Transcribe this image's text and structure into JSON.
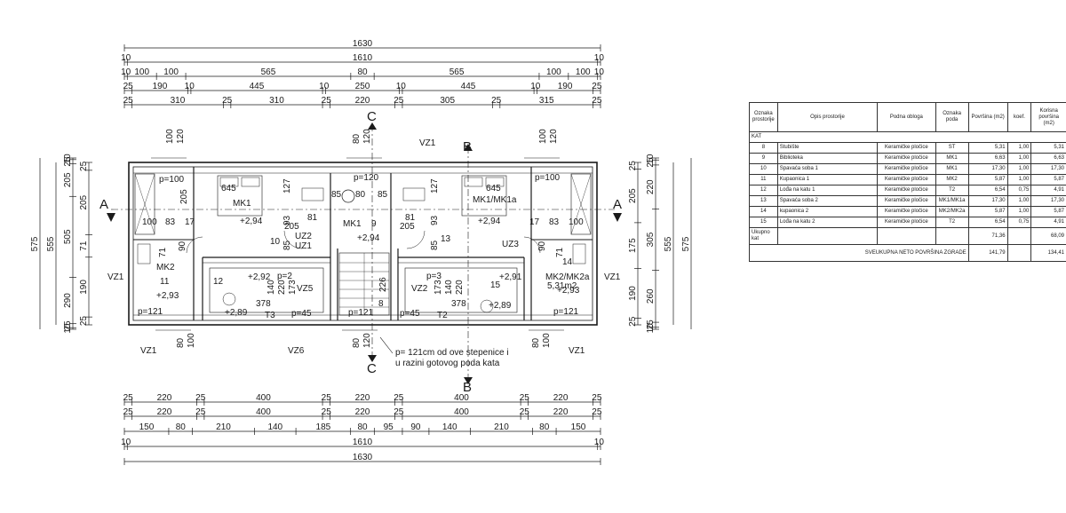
{
  "dims_top": {
    "r1": [
      "1630"
    ],
    "r2": [
      "10",
      "1610",
      "10"
    ],
    "r3": [
      "10",
      "100",
      "100",
      "565",
      "80",
      "565",
      "100",
      "100",
      "10"
    ],
    "r4": [
      "25",
      "190",
      "10",
      "445",
      "10",
      "250",
      "10",
      "445",
      "10",
      "190",
      "25"
    ],
    "r5": [
      "25",
      "310",
      "25",
      "310",
      "25",
      "220",
      "25",
      "305",
      "25",
      "315",
      "25"
    ]
  },
  "dims_bottom": {
    "r1": [
      "25",
      "220",
      "25",
      "400",
      "25",
      "220",
      "25",
      "400",
      "25",
      "220",
      "25"
    ],
    "r2": [
      "25",
      "220",
      "25",
      "400",
      "25",
      "220",
      "25",
      "400",
      "25",
      "220",
      "25"
    ],
    "r3": [
      "150",
      "80",
      "210",
      "140",
      "185",
      "80",
      "95",
      "90",
      "140",
      "210",
      "80",
      "150"
    ],
    "r4": [
      "10",
      "1610",
      "10"
    ],
    "r5": [
      "1630"
    ]
  },
  "dims_left": {
    "total": "575",
    "mid": "555",
    "inner_a": [
      "10",
      "25",
      "205",
      "505",
      "290",
      "25",
      "10"
    ],
    "inner_b": [
      "25",
      "205",
      "71",
      "190",
      "25"
    ]
  },
  "dims_right": {
    "total": "575",
    "mid": "555",
    "inner_a": [
      "10",
      "25",
      "220",
      "305",
      "260",
      "25",
      "10"
    ],
    "inner_b": [
      "25",
      "205",
      "175",
      "190",
      "25"
    ]
  },
  "section_marks": {
    "A": "A",
    "B": "B",
    "C": "C"
  },
  "plan_labels": {
    "vz1": "VZ1",
    "vz5": "VZ5",
    "vz6": "VZ6",
    "vz2": "VZ2",
    "uz1": "UZ1",
    "uz2": "UZ2",
    "uz3": "UZ3",
    "mk1": "MK1",
    "mk1a": "MK1/MK1a",
    "mk2": "MK2",
    "mk2a": "MK2/MK2a",
    "t2": "T2",
    "t3": "T3",
    "lvl_294": "+2,94",
    "lvl_292": "+2,92",
    "lvl_291": "+2,91",
    "lvl_293": "+2,93",
    "lvl_289": "+2,89",
    "lvl_289b": "+2,89",
    "p100": "p=100",
    "p120": "p=120",
    "p121": "p=121",
    "p2": "p=2",
    "p3": "p=3",
    "p45": "p=45",
    "area": "5,31m2",
    "r8": "8",
    "r9": "9",
    "r10": "10",
    "r11": "11",
    "r12": "12",
    "r13": "13",
    "r14": "14",
    "r15": "15",
    "n645": "645",
    "n127": "127",
    "n205": "205",
    "n93": "93",
    "n81": "81",
    "n85": "85",
    "n80": "80",
    "n100": "100",
    "n83": "83",
    "n17": "17",
    "n71": "71",
    "n90": "90",
    "n140": "140",
    "n220": "220",
    "n173": "173",
    "n378": "378",
    "n226": "226",
    "n120": "120"
  },
  "stair_note": [
    "p= 121cm od ove stepenice i",
    "u razini gotovog poda kata"
  ],
  "table": {
    "headers": [
      "Oznaka prostorije",
      "Opis prostorije",
      "Podna obloga",
      "Oznaka poda",
      "Površina (m2)",
      "koef.",
      "Korisna površina (m2)"
    ],
    "section": "KAT",
    "rows": [
      [
        "8",
        "Stubište",
        "Keramičke pločice",
        "ST",
        "5,31",
        "1,00",
        "5,31"
      ],
      [
        "9",
        "Biblioteka",
        "Keramičke pločice",
        "MK1",
        "6,63",
        "1,00",
        "6,63"
      ],
      [
        "10",
        "Spavaća soba 1",
        "Keramičke pločice",
        "MK1",
        "17,30",
        "1,00",
        "17,30"
      ],
      [
        "11",
        "Kupaonica 1",
        "Keramičke pločice",
        "MK2",
        "5,87",
        "1,00",
        "5,87"
      ],
      [
        "12",
        "Lođa na katu 1",
        "Keramičke pločice",
        "T2",
        "6,54",
        "0,75",
        "4,91"
      ],
      [
        "13",
        "Spavaća soba 2",
        "Keramičke pločice",
        "MK1/MK1a",
        "17,30",
        "1,00",
        "17,30"
      ],
      [
        "14",
        "kupaonica 2",
        "Keramičke pločice",
        "MK2/MK2a",
        "5,87",
        "1,00",
        "5,87"
      ],
      [
        "15",
        "Lođa na katu 2",
        "Keramičke pločice",
        "T2",
        "6,54",
        "0,75",
        "4,91"
      ]
    ],
    "subtotal_label": "Ukupno kat",
    "subtotal_area": "71,36",
    "subtotal_useful": "68,09",
    "total_label": "SVEUKUPNA NETO POVRŠINA ZGRADE",
    "total_area": "141,79",
    "total_useful": "134,41"
  },
  "colors": {
    "line": "#1a1a1a",
    "wall_fill": "#ffffff",
    "hatch": "#555555"
  }
}
